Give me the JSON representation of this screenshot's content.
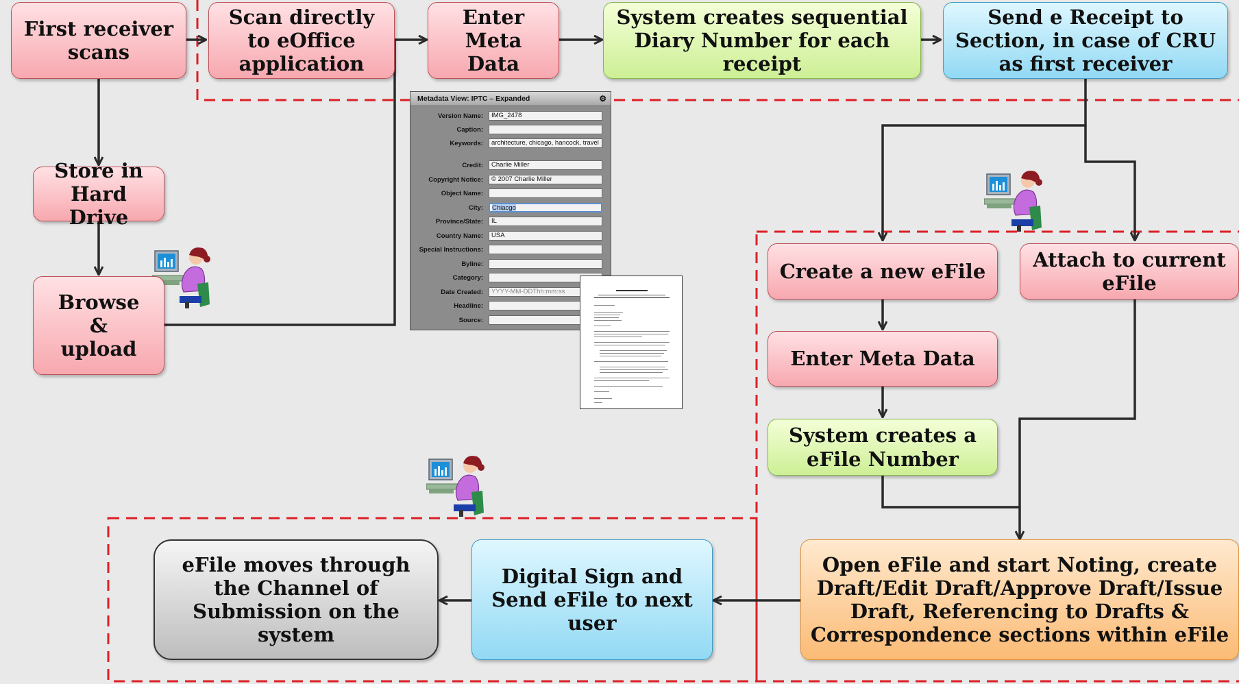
{
  "boxes": {
    "first_receiver": "First receiver scans",
    "scan_direct": "Scan directly to eOffice application",
    "enter_meta_top": "Enter Meta Data",
    "diary_number": "System creates sequential Diary Number for each receipt",
    "send_receipt": "Send e Receipt to Section, in case of CRU as first receiver",
    "store_hdd": "Store in Hard Drive",
    "browse_upload": "Browse & upload",
    "create_efile": "Create a new eFile",
    "attach_efile": "Attach to current eFile",
    "enter_meta_right": "Enter Meta Data",
    "efile_number": "System creates a eFile Number",
    "open_efile": "Open eFile and start Noting, create Draft/Edit Draft/Approve Draft/Issue Draft, Referencing to Drafts & Correspondence sections within eFile",
    "digital_sign": "Digital Sign and Send eFile to next user",
    "efile_moves": "eFile moves through the Channel of Submission on the system"
  },
  "metadata_panel": {
    "title": "Metadata View: IPTC – Expanded",
    "gear_icon": "gear-icon",
    "fields": [
      {
        "label": "Version Name:",
        "value": "IMG_2478"
      },
      {
        "label": "Caption:",
        "value": ""
      },
      {
        "label": "Keywords:",
        "value": "architecture, chicago, hancock, travel"
      },
      {
        "label": "Credit:",
        "value": "Charlie Miller"
      },
      {
        "label": "Copyright Notice:",
        "value": "© 2007 Charlie Miller"
      },
      {
        "label": "Object Name:",
        "value": ""
      },
      {
        "label": "City:",
        "value": "Chiacgo"
      },
      {
        "label": "Province/State:",
        "value": "IL"
      },
      {
        "label": "Country Name:",
        "value": "USA"
      },
      {
        "label": "Special Instructions:",
        "value": ""
      },
      {
        "label": "Byline:",
        "value": ""
      },
      {
        "label": "Category:",
        "value": ""
      },
      {
        "label": "Date Created:",
        "value": "YYYY-MM-DDThh:mm:ss"
      },
      {
        "label": "Headline:",
        "value": ""
      },
      {
        "label": "Source:",
        "value": ""
      }
    ]
  },
  "colors": {
    "dash": "#dd1f26",
    "line": "#2a2a2a"
  }
}
